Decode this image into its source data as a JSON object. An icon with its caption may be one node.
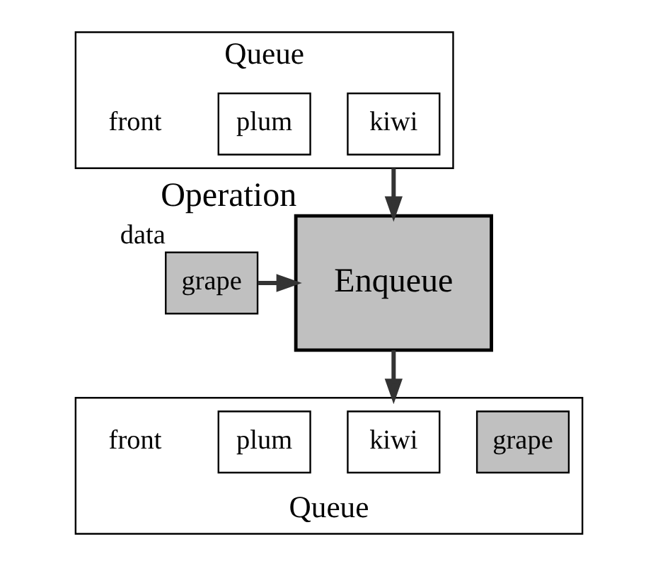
{
  "diagram": {
    "nodes": [
      {
        "text": [
          "Queue",
          "front"
        ]
      },
      {
        "text": [
          "plum"
        ],
        "in": 0
      },
      {
        "text": [
          "kiwi"
        ],
        "in": 0
      },
      {
        "text": [
          "grape"
        ],
        "beside": [
          "data"
        ]
      },
      {
        "text": [
          "Enqueue"
        ],
        "beside": [
          "Operation"
        ]
      },
      {
        "text": [
          "front",
          "Queue"
        ]
      },
      {
        "text": [
          "plum"
        ],
        "in": 5
      },
      {
        "text": [
          "kiwi"
        ],
        "in": 5
      },
      {
        "text": [
          "grape"
        ],
        "in": 5
      }
    ],
    "edges": [
      {
        "from": 0,
        "to": 4,
        "arrow": "to"
      },
      {
        "from": 3,
        "to": 4,
        "arrow": "to"
      },
      {
        "from": 4,
        "to": 5,
        "arrow": "to"
      }
    ]
  }
}
